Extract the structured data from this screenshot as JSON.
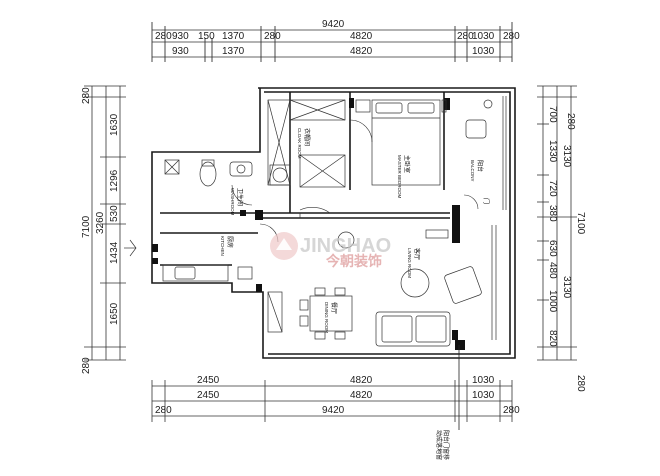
{
  "dimensions": {
    "top_overall": "9420",
    "top_row1": [
      "280",
      "930",
      "150",
      "1370",
      "280",
      "4820",
      "280",
      "1030",
      "280"
    ],
    "top_row2": [
      "930",
      "1370",
      "4820",
      "1030"
    ],
    "bottom_row1": [
      "2450",
      "4820",
      "1030"
    ],
    "bottom_row2": [
      "2450",
      "4820",
      "1030"
    ],
    "bottom_overall": [
      "280",
      "9420",
      "280"
    ],
    "left_outer": [
      "280",
      "7100",
      "280"
    ],
    "left_inner": [
      "1630",
      "1296",
      "530",
      "1434",
      "1650"
    ],
    "left_mid": [
      "3260"
    ],
    "right_outer": [
      "280",
      "7100",
      "280"
    ],
    "right_inner": [
      "700",
      "1330",
      "720",
      "380",
      "630",
      "480",
      "1000",
      "820"
    ],
    "right_mid": [
      "3130",
      "3130"
    ]
  },
  "rooms": {
    "cloak_cn": "衣帽间",
    "cloak_en": "CLOAK ROOM",
    "master_cn": "主卧室",
    "master_en": "MASTER BEDROOM",
    "balcony_cn": "阳台",
    "balcony_en": "BALCONY",
    "bath_cn": "卫生间",
    "bath_en": "WASHROOM",
    "kitchen_cn": "厨房",
    "kitchen_en": "KITCHEN",
    "living_cn": "客厅",
    "living_en": "LIVING ROOM",
    "dining_cn": "餐厅",
    "dining_en": "DINING ROOM"
  },
  "annotations": {
    "door_label": "门",
    "side_note_1": "阳台门窗移",
    "side_note_2": "动成落地窗"
  },
  "watermark": {
    "latin": "JINGHAO",
    "chinese": "今朝装饰"
  },
  "colors": {
    "wall": "#1a1a1a",
    "line": "#333333",
    "watermark_red": "#d9534f"
  }
}
